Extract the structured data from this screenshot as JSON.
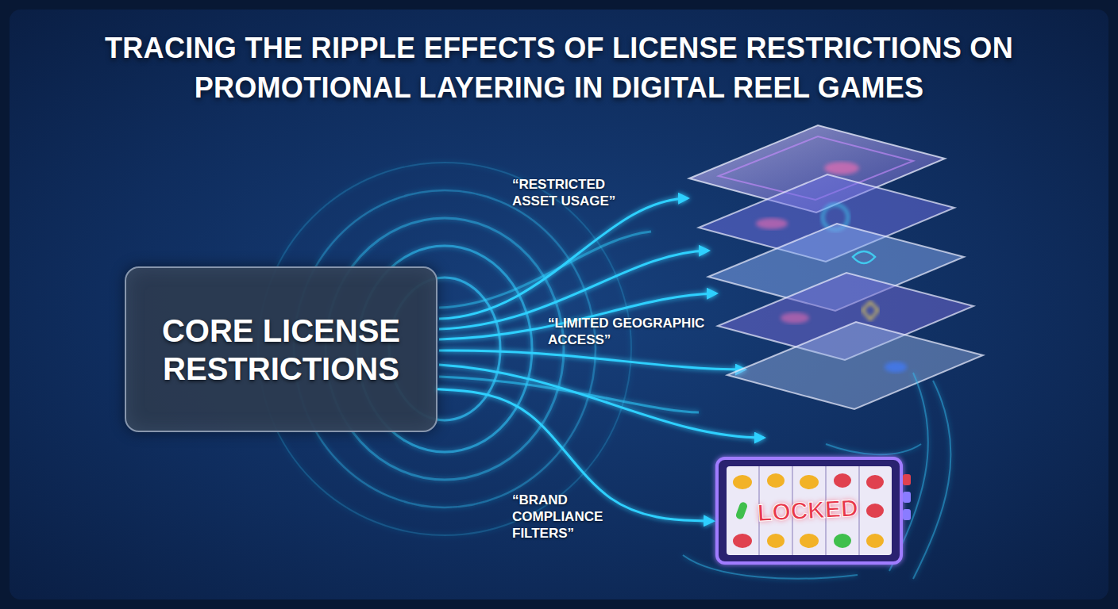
{
  "diagram": {
    "title": "TRACING THE RIPPLE EFFECTS OF LICENSE RESTRICTIONS ON PROMOTIONAL LAYERING IN DIGITAL REEL GAMES",
    "nodes": [
      {
        "text": [
          "CORE LICENSE RESTRICTIONS"
        ]
      },
      {
        "text": [
          "LOCKED"
        ]
      }
    ],
    "edges": [
      {
        "from": 0,
        "to": 1,
        "label": "“BRAND COMPLIANCE FILTERS”",
        "arrow": "to"
      }
    ],
    "labels": [
      "“RESTRICTED ASSET USAGE”",
      "“LIMITED GEOGRAPHIC ACCESS”"
    ]
  }
}
